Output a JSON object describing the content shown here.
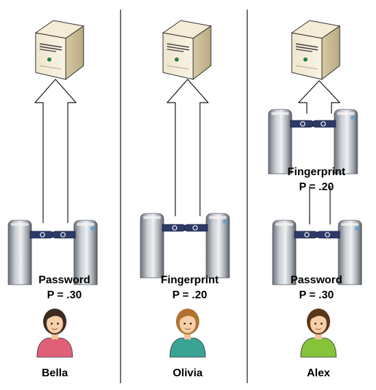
{
  "columns": [
    {
      "user": {
        "name": "Bella",
        "shirt_color": "#e0607a",
        "hair_color": "#3a2a22"
      },
      "gates": [
        {
          "label": "Password",
          "probability": "P = .30"
        }
      ]
    },
    {
      "user": {
        "name": "Olivia",
        "shirt_color": "#3aa394",
        "hair_color": "#b0722e"
      },
      "gates": [
        {
          "label": "Fingerprint",
          "probability": "P = .20"
        }
      ]
    },
    {
      "user": {
        "name": "Alex",
        "shirt_color": "#86c23a",
        "hair_color": "#5a3618"
      },
      "gates": [
        {
          "label": "Password",
          "probability": "P = .30"
        },
        {
          "label": "Fingerprint",
          "probability": "P = .20"
        }
      ]
    }
  ],
  "icons": {
    "server": "server-icon",
    "turnstile": "turnstile-gate-icon",
    "arrow": "up-arrow-icon",
    "user": "person-icon"
  }
}
